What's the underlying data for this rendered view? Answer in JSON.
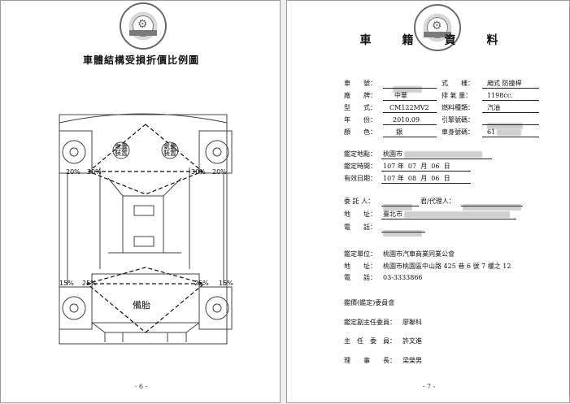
{
  "left_page": {
    "title": "車體結構受損折價比例圖",
    "percent_labels": {
      "top_left_outer": "20%",
      "top_left_inner": "30%",
      "top_right_inner": "30%",
      "top_right_outer": "20%",
      "bottom_left_outer": "15%",
      "bottom_left_inner": "25%",
      "bottom_right_inner": "25%",
      "bottom_right_outer": "15%"
    },
    "airbag_label_line1": "氣囊",
    "airbag_label_line2": "裝置",
    "spare_tire_label": "備胎",
    "page_number": "- 6 -"
  },
  "right_page": {
    "title": "車籍資料",
    "vehicle": {
      "plate_label": "車　　號：",
      "style_label": "式　　樣：",
      "style_value": "廂式 防撞桿",
      "brand_label": "廠　　牌：",
      "brand_value": "中華",
      "displacement_label": "排 氣 量：",
      "displacement_value": "1198cc.",
      "model_label": "型　　式：",
      "model_value": "CM122MV2",
      "fuel_label": "燃料種類：",
      "fuel_value": "汽油",
      "year_label": "年　　份：",
      "year_value": "2010.09",
      "engine_label": "引擎號碼：",
      "color_label": "顏　　色：",
      "color_value": "銀",
      "body_no_label": "車身號碼：",
      "body_no_prefix": "61"
    },
    "appraisal": {
      "location_label": "鑑定地點：",
      "location_prefix": "桃園市",
      "time_label": "鑑定時間：",
      "time_year": "107",
      "time_month": "07",
      "time_day": "06",
      "valid_label": "有效日期：",
      "valid_year": "107",
      "valid_month": "08",
      "valid_day": "06",
      "unit_year": "年",
      "unit_month": "月",
      "unit_day": "日"
    },
    "client": {
      "client_label": "委 託 人：",
      "agent_label": "君/代理人：",
      "address_label": "地　　址：",
      "address_prefix": "臺北市",
      "phone_label": "電　　話："
    },
    "organization": {
      "unit_label": "鑑定單位：",
      "unit_value": "桃園市汽車商業同業公會",
      "address_label": "地　　址：",
      "address_value": "桃園市桃園區中山路 425 巷 6 號 7 樓之 12",
      "phone_label": "電　　話：",
      "phone_value": "03-3333866"
    },
    "committee": {
      "heading": "鑑價(鑑定)委員會",
      "vice_chair_label": "鑑定副主任委員：",
      "vice_chair_value": "廖聯科",
      "chair_label": "主　任　委　員：",
      "chair_value": "許文進",
      "director_label": "理　　事　　長：",
      "director_value": "梁榮男"
    },
    "page_number": "- 7 -"
  }
}
